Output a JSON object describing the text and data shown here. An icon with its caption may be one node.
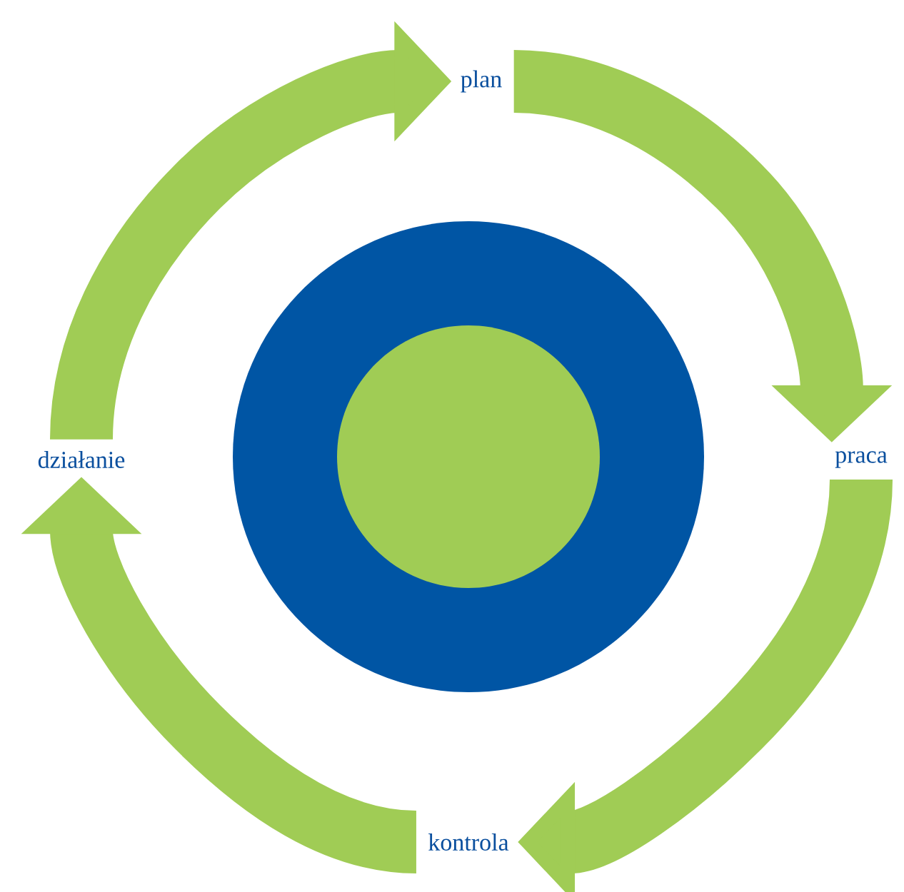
{
  "diagram": {
    "nodes": [
      {
        "text": [
          "plan"
        ]
      },
      {
        "text": [
          "praca"
        ]
      },
      {
        "text": [
          "kontrola"
        ]
      },
      {
        "text": [
          "działanie"
        ]
      }
    ],
    "edges": [
      {
        "from": 0,
        "to": 1,
        "arrow": "to"
      },
      {
        "from": 1,
        "to": 2,
        "arrow": "to"
      },
      {
        "from": 2,
        "to": 3,
        "arrow": "to"
      },
      {
        "from": 3,
        "to": 0,
        "arrow": "to"
      }
    ]
  }
}
